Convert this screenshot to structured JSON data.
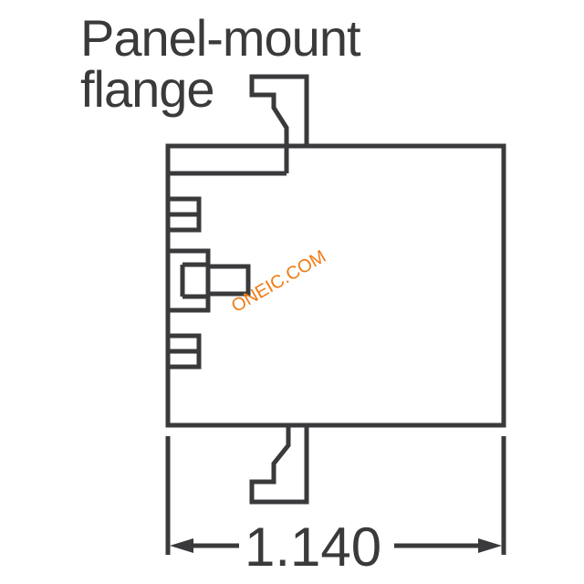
{
  "callout": {
    "line1": "Panel-mount",
    "line2": "flange"
  },
  "dimension": {
    "value": "1.140"
  },
  "watermark": {
    "text": "ONEIC.COM"
  },
  "colors": {
    "stroke": "#3a3a3c",
    "watermark": "#f07a12"
  }
}
